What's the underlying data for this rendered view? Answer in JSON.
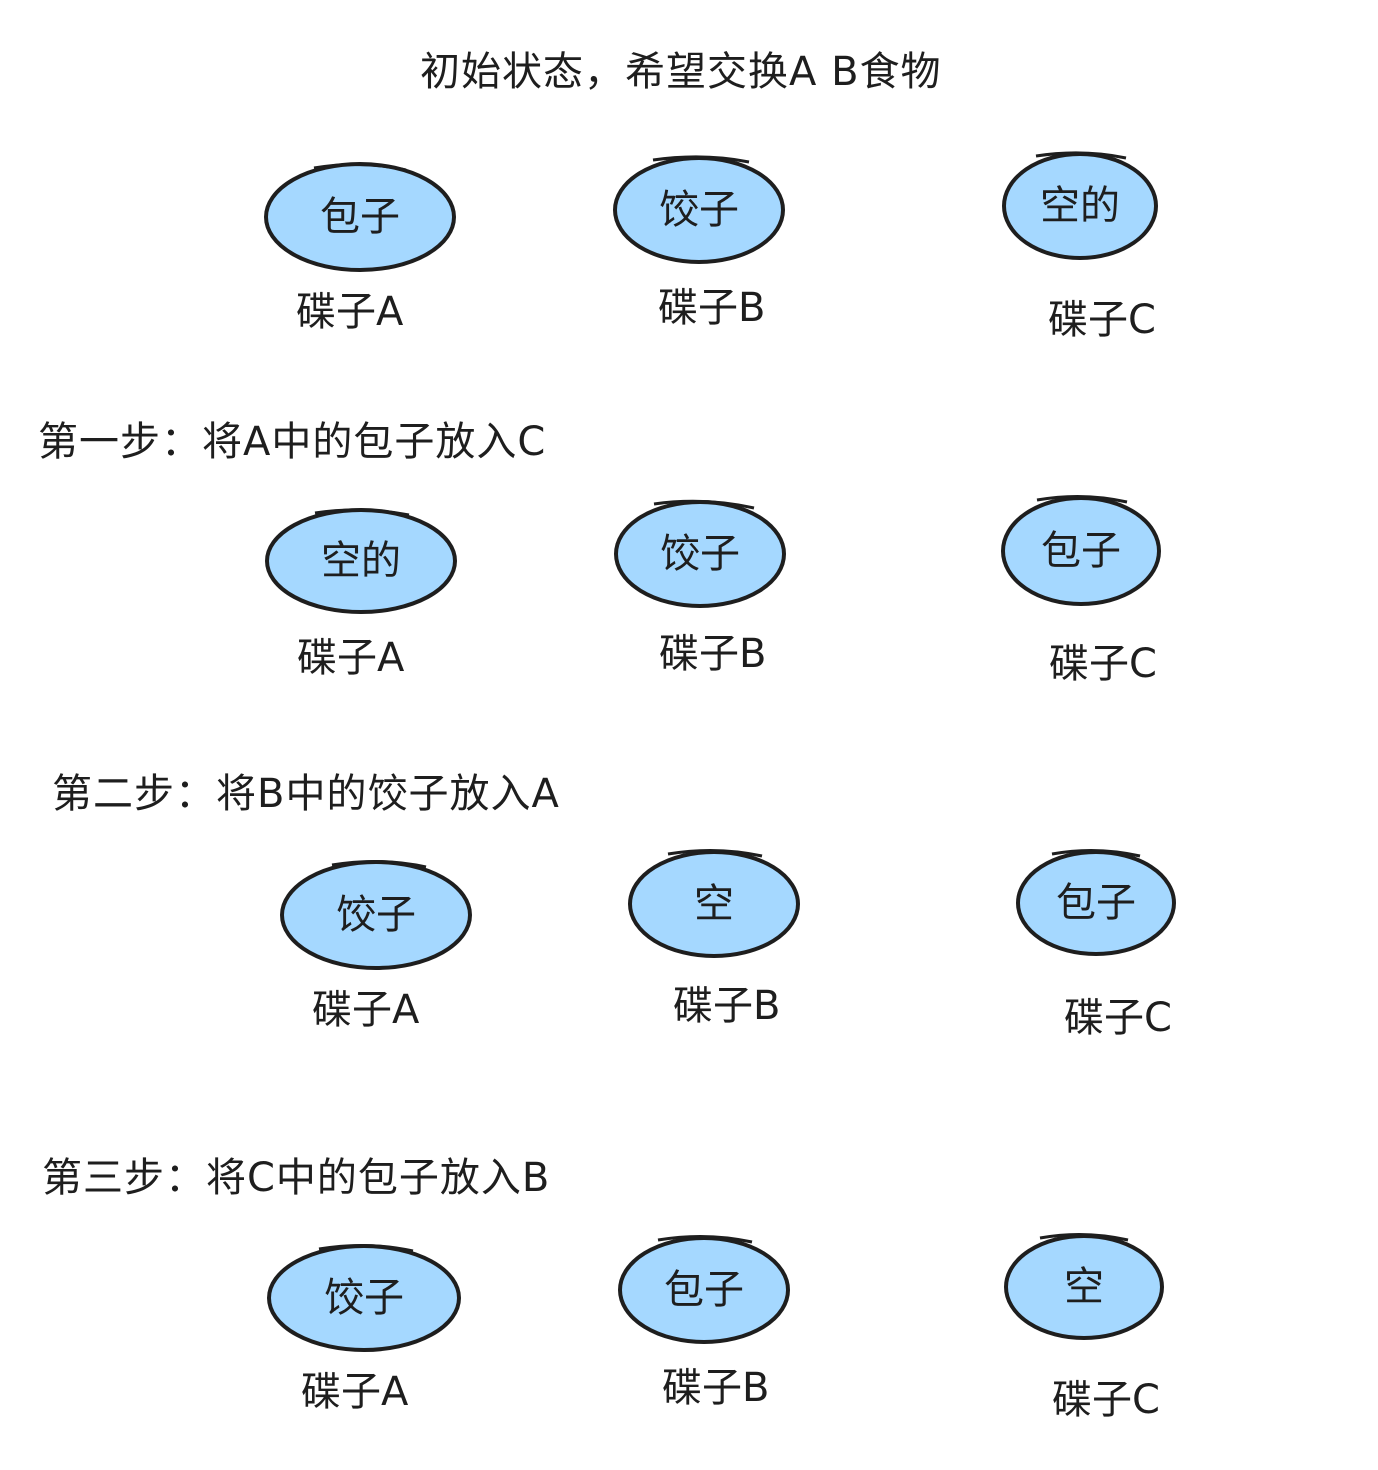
{
  "title": "初始状态，希望交换A  B食物",
  "colors": {
    "plate_fill": "#a5d8ff",
    "stroke": "#1e1e1e",
    "text": "#1e1e1e"
  },
  "steps": [
    {
      "heading": "",
      "plates": [
        {
          "food": "包子",
          "label": "碟子A"
        },
        {
          "food": "饺子",
          "label": "碟子B"
        },
        {
          "food": "空的",
          "label": "碟子C"
        }
      ]
    },
    {
      "heading": "第一步：将A中的包子放入C",
      "plates": [
        {
          "food": "空的",
          "label": "碟子A"
        },
        {
          "food": "饺子",
          "label": "碟子B"
        },
        {
          "food": "包子",
          "label": "碟子C"
        }
      ]
    },
    {
      "heading": "第二步：将B中的饺子放入A",
      "plates": [
        {
          "food": "饺子",
          "label": "碟子A"
        },
        {
          "food": "空",
          "label": "碟子B"
        },
        {
          "food": "包子",
          "label": "碟子C"
        }
      ]
    },
    {
      "heading": "第三步：将C中的包子放入B",
      "plates": [
        {
          "food": "饺子",
          "label": "碟子A"
        },
        {
          "food": "包子",
          "label": "碟子B"
        },
        {
          "food": "空",
          "label": "碟子C"
        }
      ]
    }
  ]
}
